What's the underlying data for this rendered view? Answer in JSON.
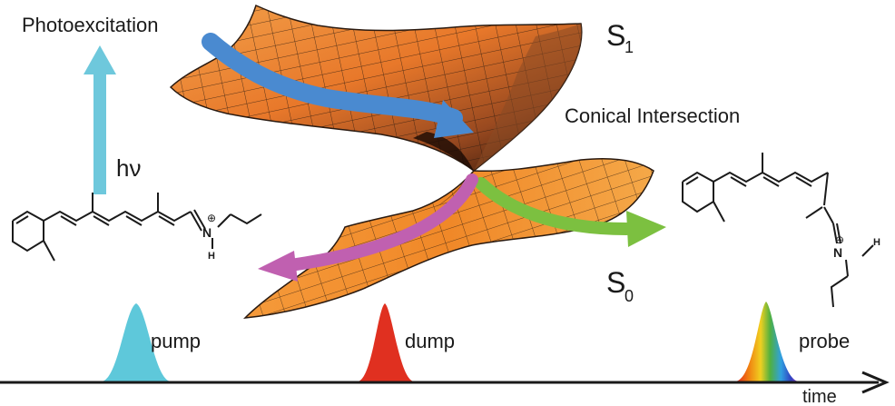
{
  "labels": {
    "photoexcitation": "Photoexcitation",
    "hv": "hν",
    "s1_letter": "S",
    "s1_sub": "1",
    "s0_letter": "S",
    "s0_sub": "0",
    "conical_intersection": "Conical Intersection",
    "pump": "pump",
    "dump": "dump",
    "probe": "probe",
    "time": "time"
  },
  "molecule_labels": {
    "left_n": "N",
    "left_h": "H",
    "left_plus": "⊕",
    "right_n": "N",
    "right_h": "H",
    "right_plus": "⊕"
  },
  "colors": {
    "surface_orange": "#f0962e",
    "surface_dark": "#3a1a0c",
    "excitation_arrow": "#6ec8dc",
    "path_blue": "#4a8ad0",
    "path_green": "#7cc040",
    "path_magenta": "#c060b0",
    "pump_pulse": "#5ec8da",
    "dump_pulse": "#e03020"
  }
}
